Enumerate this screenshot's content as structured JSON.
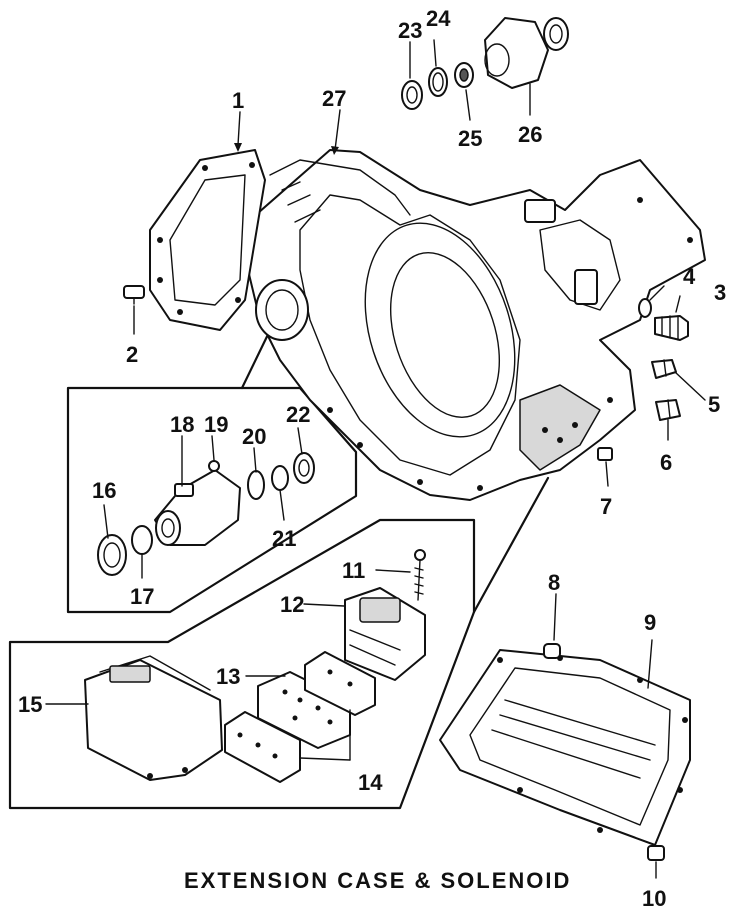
{
  "title": "EXTENSION CASE & SOLENOID",
  "callouts": {
    "c1": "1",
    "c2": "2",
    "c3": "3",
    "c4": "4",
    "c5": "5",
    "c6": "6",
    "c7": "7",
    "c8": "8",
    "c9": "9",
    "c10": "10",
    "c11": "11",
    "c12": "12",
    "c13": "13",
    "c14": "14",
    "c15": "15",
    "c16": "16",
    "c17": "17",
    "c18": "18",
    "c19": "19",
    "c20": "20",
    "c21": "21",
    "c22": "22",
    "c23": "23",
    "c24": "24",
    "c25": "25",
    "c26": "26",
    "c27": "27"
  },
  "colors": {
    "line": "#111111",
    "background": "#ffffff"
  }
}
